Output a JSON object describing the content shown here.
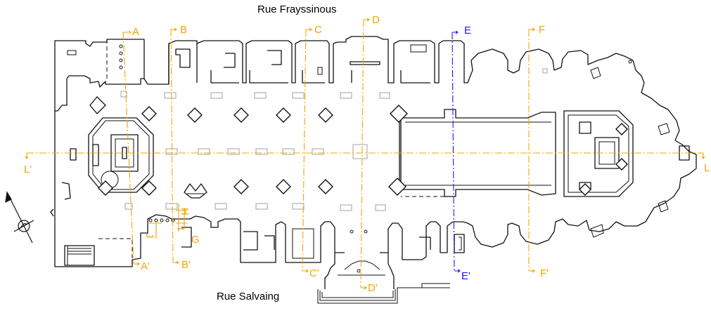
{
  "streets": {
    "north": "Rue Frayssinous",
    "south": "Rue Salvaing"
  },
  "sections": [
    {
      "id": "A",
      "start": "A",
      "end": "A'",
      "color": "#f0a500"
    },
    {
      "id": "B",
      "start": "B",
      "end": "B'",
      "color": "#f0a500"
    },
    {
      "id": "C",
      "start": "C",
      "end": "C'",
      "color": "#f0a500"
    },
    {
      "id": "D",
      "start": "D",
      "end": "D'",
      "color": "#f0a500"
    },
    {
      "id": "E",
      "start": "E",
      "end": "E'",
      "color": "#1a1aff"
    },
    {
      "id": "F",
      "start": "F",
      "end": "F'",
      "color": "#f0a500"
    },
    {
      "id": "L",
      "start": "L",
      "end": "L'",
      "color": "#f0a500"
    }
  ],
  "small_labels": {
    "g": "G",
    "h": "H",
    "i": "I",
    "j": "J"
  },
  "colors": {
    "walls": "#111111",
    "grid": "#b0b0b0",
    "section_line": "#f0a500",
    "section_line_highlight": "#1a1aff"
  },
  "icons": [
    "north-arrow-icon"
  ]
}
